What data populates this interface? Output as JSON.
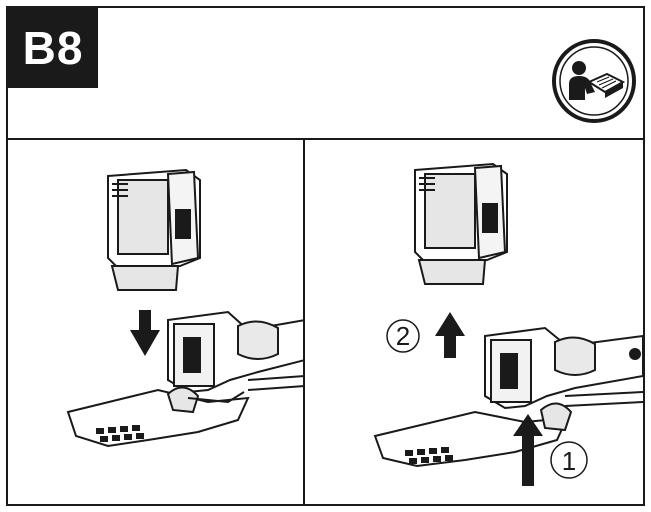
{
  "header": {
    "step_label": "B8"
  },
  "icons": {
    "manual": "read-manual-icon",
    "arrow_down": "arrow-down-icon",
    "arrow_up": "arrow-up-icon"
  },
  "panels": [
    {
      "name": "insert-battery",
      "arrow": "down"
    },
    {
      "name": "remove-battery",
      "arrow": "up",
      "callouts": [
        {
          "number": "2",
          "action": "lift"
        },
        {
          "number": "1",
          "action": "press-release"
        }
      ]
    }
  ]
}
